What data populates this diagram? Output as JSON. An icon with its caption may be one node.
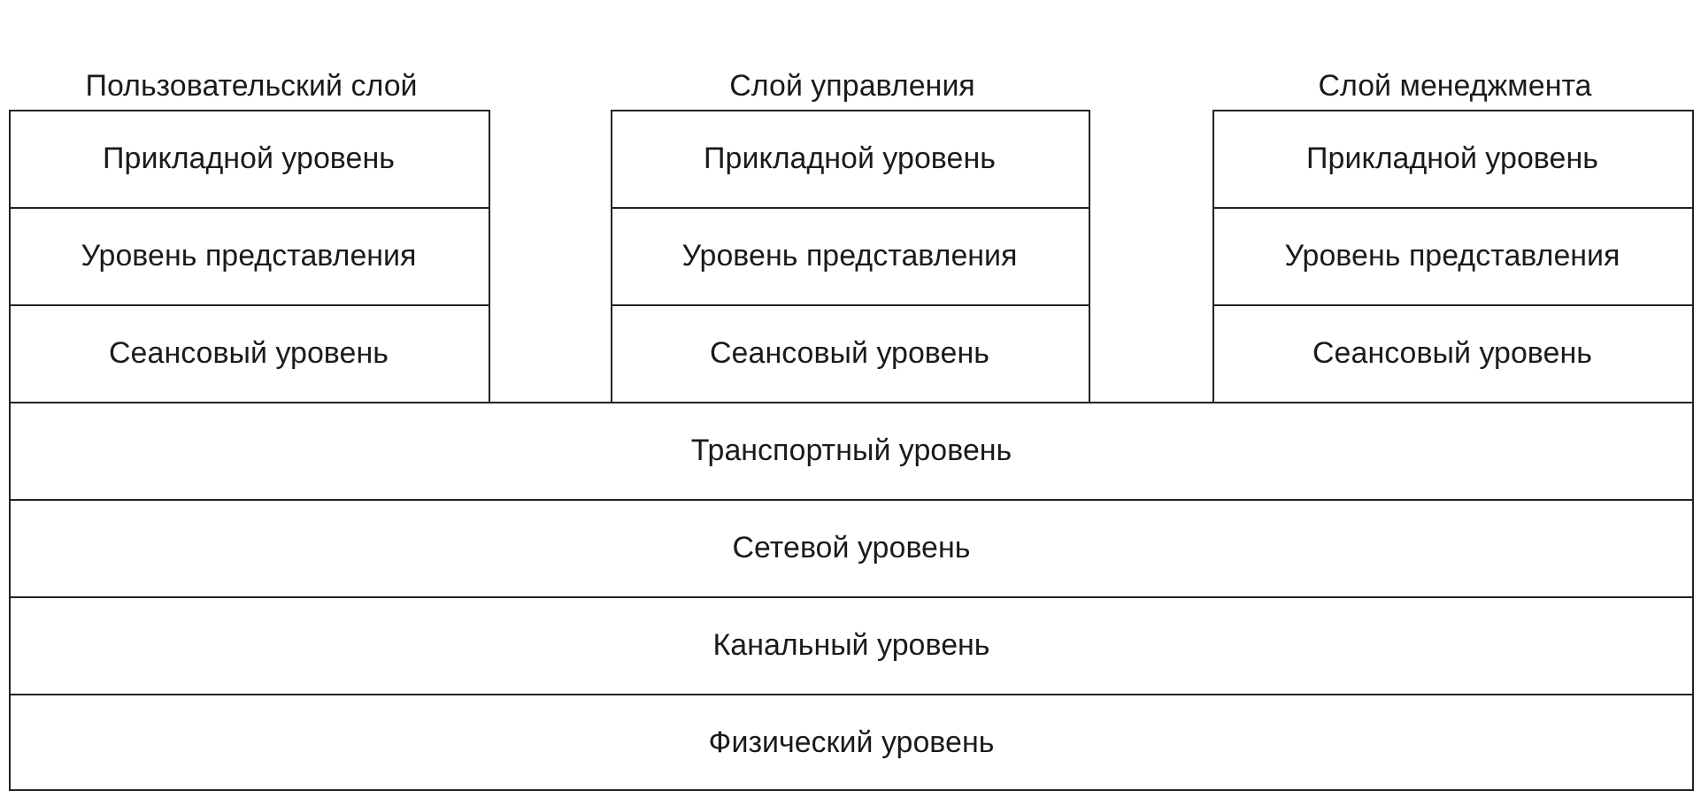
{
  "diagram": {
    "nodes": [
      {
        "text": [
          "Пользовательский слой"
        ]
      },
      {
        "text": [
          "Прикладной уровень"
        ],
        "in": 0
      },
      {
        "text": [
          "Уровень представления"
        ],
        "in": 0
      },
      {
        "text": [
          "Сеансовый уровень"
        ],
        "in": 0
      },
      {
        "text": [
          "Слой управления"
        ]
      },
      {
        "text": [
          "Прикладной уровень"
        ],
        "in": 4
      },
      {
        "text": [
          "Уровень представления"
        ],
        "in": 4
      },
      {
        "text": [
          "Сеансовый уровень"
        ],
        "in": 4
      },
      {
        "text": [
          "Слой менеджмента"
        ]
      },
      {
        "text": [
          "Прикладной уровень"
        ],
        "in": 8
      },
      {
        "text": [
          "Уровень представления"
        ],
        "in": 8
      },
      {
        "text": [
          "Сеансовый уровень"
        ],
        "in": 8
      },
      {
        "text": [
          "Транспортный уровень"
        ]
      },
      {
        "text": [
          "Сетевой уровень"
        ]
      },
      {
        "text": [
          "Канальный уровень"
        ]
      },
      {
        "text": [
          "Физический уровень"
        ]
      }
    ]
  }
}
